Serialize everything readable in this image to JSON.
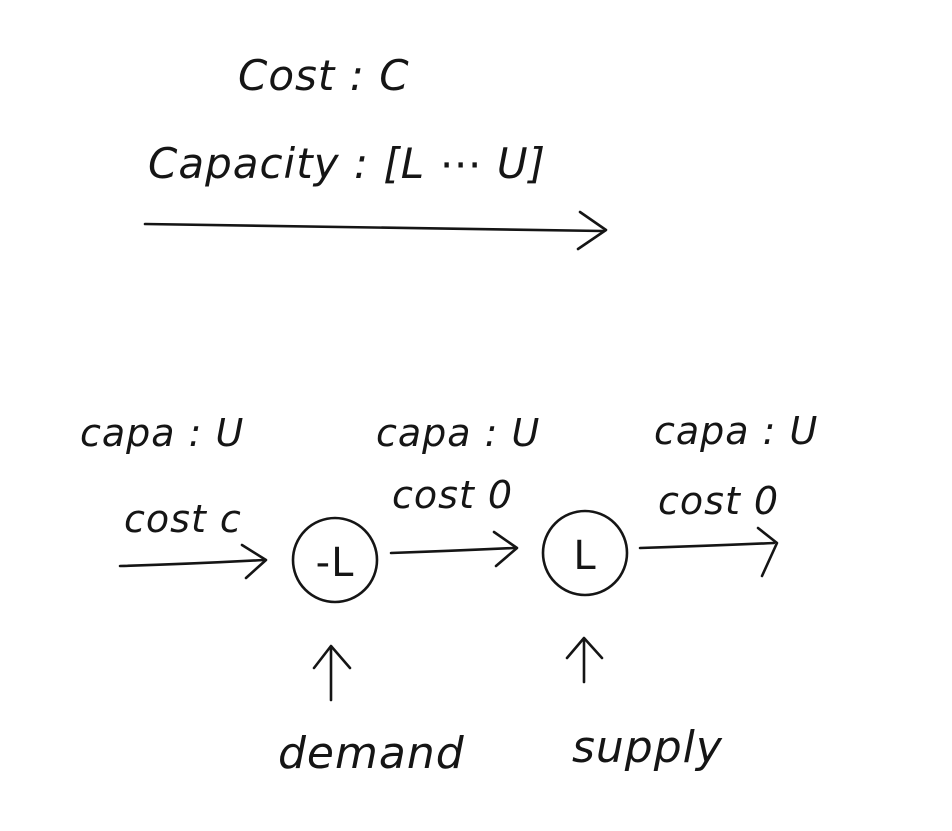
{
  "legend": {
    "cost": "Cost : C",
    "capacity": "Capacity : [L ⋯ U]"
  },
  "edges": [
    {
      "capa": "capa : U",
      "cost": "cost c"
    },
    {
      "capa": "capa : U",
      "cost": "cost 0"
    },
    {
      "capa": "capa : U",
      "cost": "cost 0"
    }
  ],
  "nodes": [
    {
      "label": "-L",
      "annotation": "demand"
    },
    {
      "label": "L",
      "annotation": "supply"
    }
  ],
  "colors": {
    "ink": "#151515",
    "background": "#ffffff"
  }
}
